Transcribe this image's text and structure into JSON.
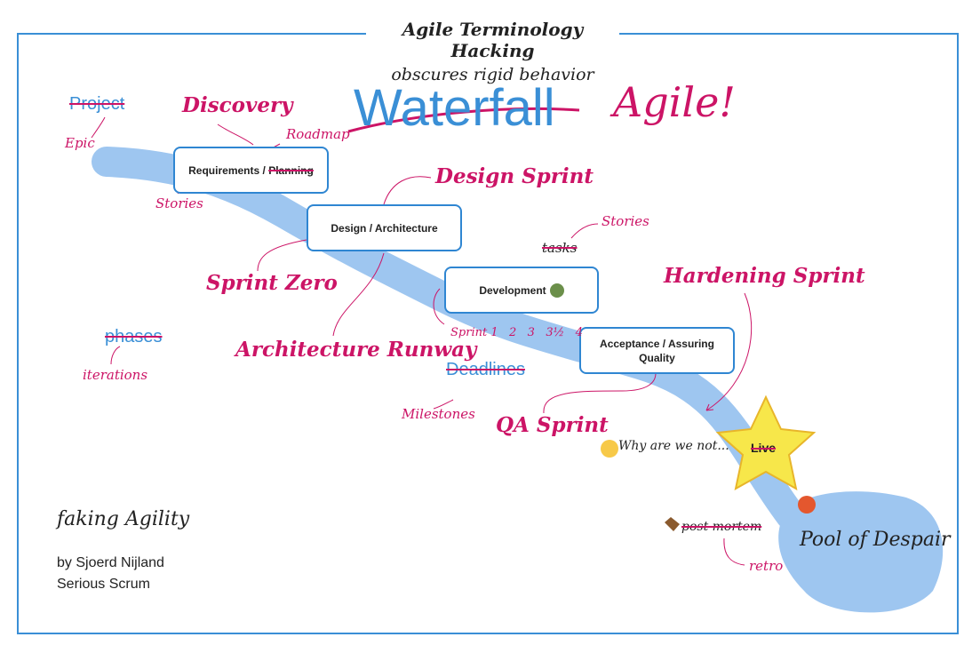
{
  "header": {
    "title": "Agile Terminology Hacking",
    "subtitle": "obscures rigid behavior"
  },
  "headline": {
    "crossed": "Waterfall",
    "replacement": "Agile!"
  },
  "stages": {
    "requirements": "Requirements /",
    "planning": "Planning",
    "design": "Design / Architecture",
    "development": "Development",
    "acceptance": "Acceptance / Assuring Quality"
  },
  "relabels": {
    "project": "Project",
    "epic": "Epic",
    "discovery": "Discovery",
    "roadmap": "Roadmap",
    "stories_1": "Stories",
    "design_sprint": "Design Sprint",
    "sprint_zero": "Sprint Zero",
    "architecture_runway": "Architecture Runway",
    "tasks": "tasks",
    "stories_2": "Stories",
    "hardening_sprint": "Hardening Sprint",
    "sprint_numbers": "Sprint 1   2   3   3½   4",
    "phases": "phases",
    "iterations": "iterations",
    "deadlines": "Deadlines",
    "milestones": "Milestones",
    "qa_sprint": "QA Sprint",
    "why": "Why are we not...",
    "live": "Live",
    "post_mortem": "post mortem",
    "retro": "retro",
    "pool": "Pool of Despair"
  },
  "credits": {
    "title": "faking Agility",
    "author": "by Sjoerd Nijland",
    "org": "Serious Scrum"
  },
  "icons": {
    "zombie": "zombie-icon",
    "scream": "scream-face-icon",
    "angry": "cursing-face-icon",
    "coffin": "coffin-icon",
    "star": "star-icon"
  },
  "colors": {
    "accent": "#3a8fd6",
    "magenta": "#cc1466",
    "river": "#9ec6f0",
    "star": "#f7e74a"
  }
}
